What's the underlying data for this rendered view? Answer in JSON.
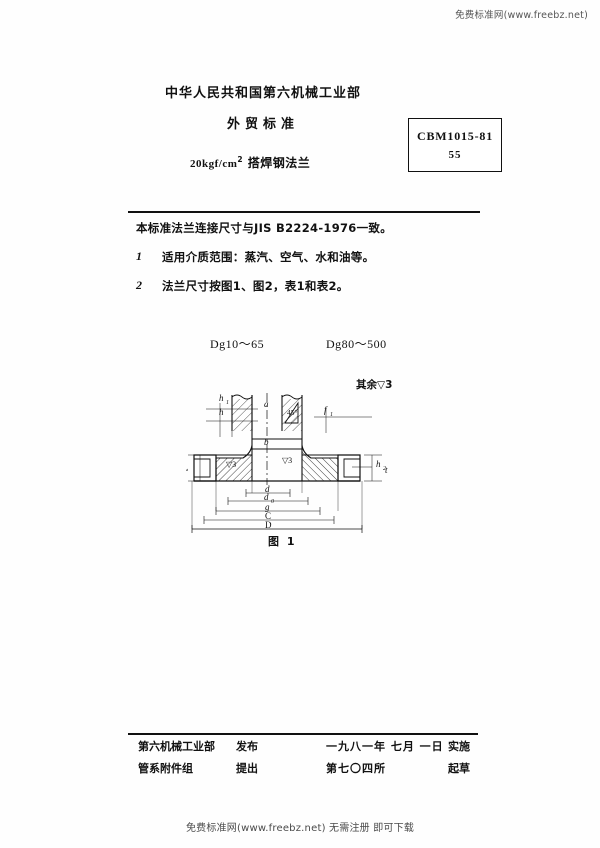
{
  "watermarks": {
    "top": "免费标准网(www.freebz.net)",
    "bottom": "免费标准网(www.freebz.net) 无需注册 即可下载"
  },
  "header": {
    "ministry": "中华人民共和国第六机械工业部",
    "standard_kind": "外贸标准",
    "product_pressure": "20kgf/cm",
    "product_pressure_exponent": "2",
    "product_name": "搭焊钢法兰"
  },
  "code_box": {
    "code": "CBM1015-81",
    "number": "55"
  },
  "body": {
    "intro": "本标准法兰连接尺寸与JIS B2224-1976一致。",
    "clauses": [
      {
        "num": "1",
        "text": "适用介质范围：蒸汽、空气、水和油等。"
      },
      {
        "num": "2",
        "text": "法兰尺寸按图1、图2，表1和表2。"
      }
    ]
  },
  "drawing": {
    "range_left": "Dg10～65",
    "range_right": "Dg80～500",
    "finish_note": "其余▽3",
    "figure_caption": "图 1",
    "angle_label": "45°",
    "surface_marks": [
      "▽3",
      "▽3",
      "▽3"
    ],
    "dimension_labels": {
      "left_vertical": [
        "h1",
        "h",
        "t"
      ],
      "right_vertical": [
        "f1",
        "h2",
        "t"
      ],
      "center_upper": [
        "a",
        "b"
      ],
      "horizontal_stack": [
        "d",
        "d0",
        "g",
        "C",
        "D"
      ]
    }
  },
  "footer": {
    "issuer": "第六机械工业部",
    "issue_action": "发布",
    "proposer": "管系附件组",
    "propose_action": "提出",
    "effective_date": "一九八一年 七月 一日",
    "effective_action": "实施",
    "drafter": "第七〇四所",
    "draft_action": "起草"
  },
  "colors": {
    "ink": "#111111",
    "paper": "#fefefe"
  }
}
